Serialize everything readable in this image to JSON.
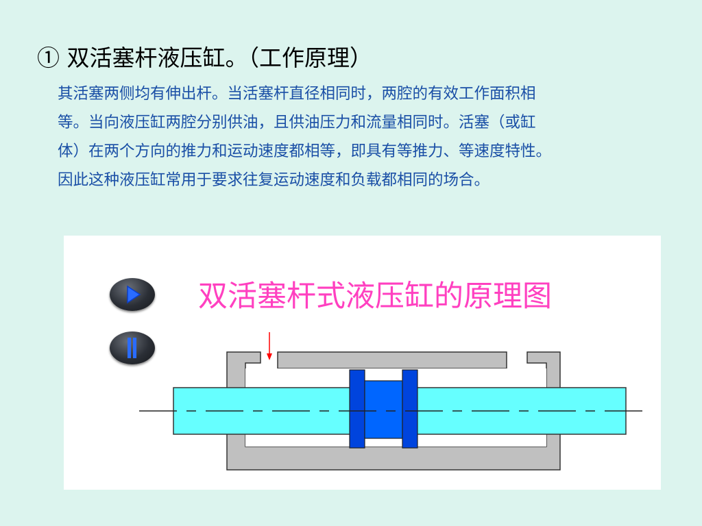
{
  "slide": {
    "heading": "①  双活塞杆液压缸。（工作原理）",
    "body_lines": [
      "其活塞两侧均有伸出杆。当活塞杆直径相同时，两腔的有效工作面积相",
      "等。当向液压缸两腔分别供油，且供油压力和流量相同时。活塞（或缸",
      "体）在两个方向的推力和运动速度都相等，即具有等推力、等速度特性。",
      "因此这种液压缸常用于要求往复运动速度和负载都相同的场合。"
    ]
  },
  "diagram": {
    "title": "双活塞杆式液压缸的原理图",
    "controls": {
      "play_icon": "play-icon",
      "pause_icon": "pause-icon"
    },
    "colors": {
      "rod": "#66ffff",
      "piston": "#0066ff",
      "piston_seal": "#0044dd",
      "cylinder": "#c0c0c0",
      "outline": "#333333",
      "arrow": "#ff0000",
      "title": "#ff40c0"
    }
  }
}
